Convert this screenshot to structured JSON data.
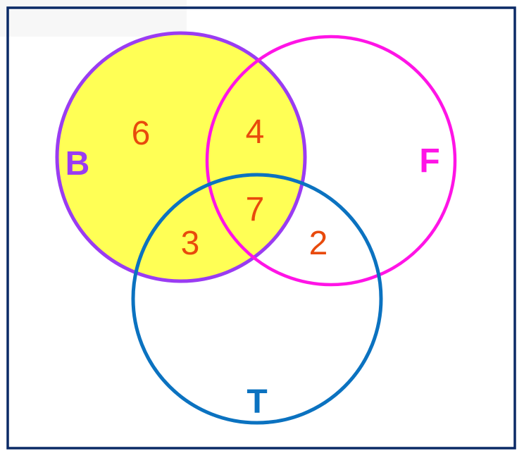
{
  "colors": {
    "frame": "#0b2a66",
    "b_stroke": "#9a3cf2",
    "b_fill": "#ffff55",
    "f_stroke": "#ff14e6",
    "t_stroke": "#0b72c0",
    "numbers": "#e84a0c"
  },
  "sets": {
    "b": {
      "label": "B"
    },
    "f": {
      "label": "F"
    },
    "t": {
      "label": "T"
    }
  },
  "regions": {
    "b_only": "6",
    "b_and_f": "4",
    "b_f_t": "7",
    "b_and_t": "3",
    "f_and_t": "2"
  },
  "shaded_set": "B"
}
